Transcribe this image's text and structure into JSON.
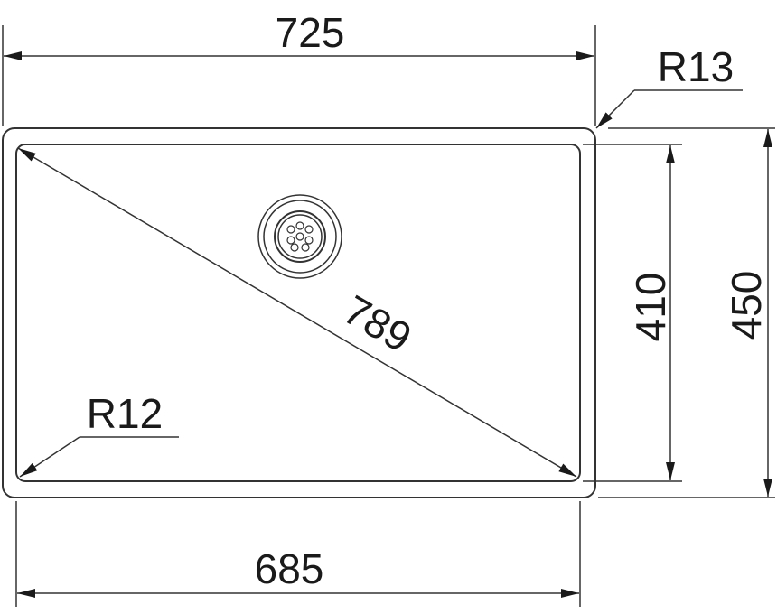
{
  "drawing": {
    "dimensions": {
      "overall_width": "725",
      "inner_width": "685",
      "diagonal": "789",
      "inner_depth": "410",
      "overall_depth": "450",
      "outer_radius": "R13",
      "inner_radius": "R12"
    },
    "line_color": "#333333"
  }
}
